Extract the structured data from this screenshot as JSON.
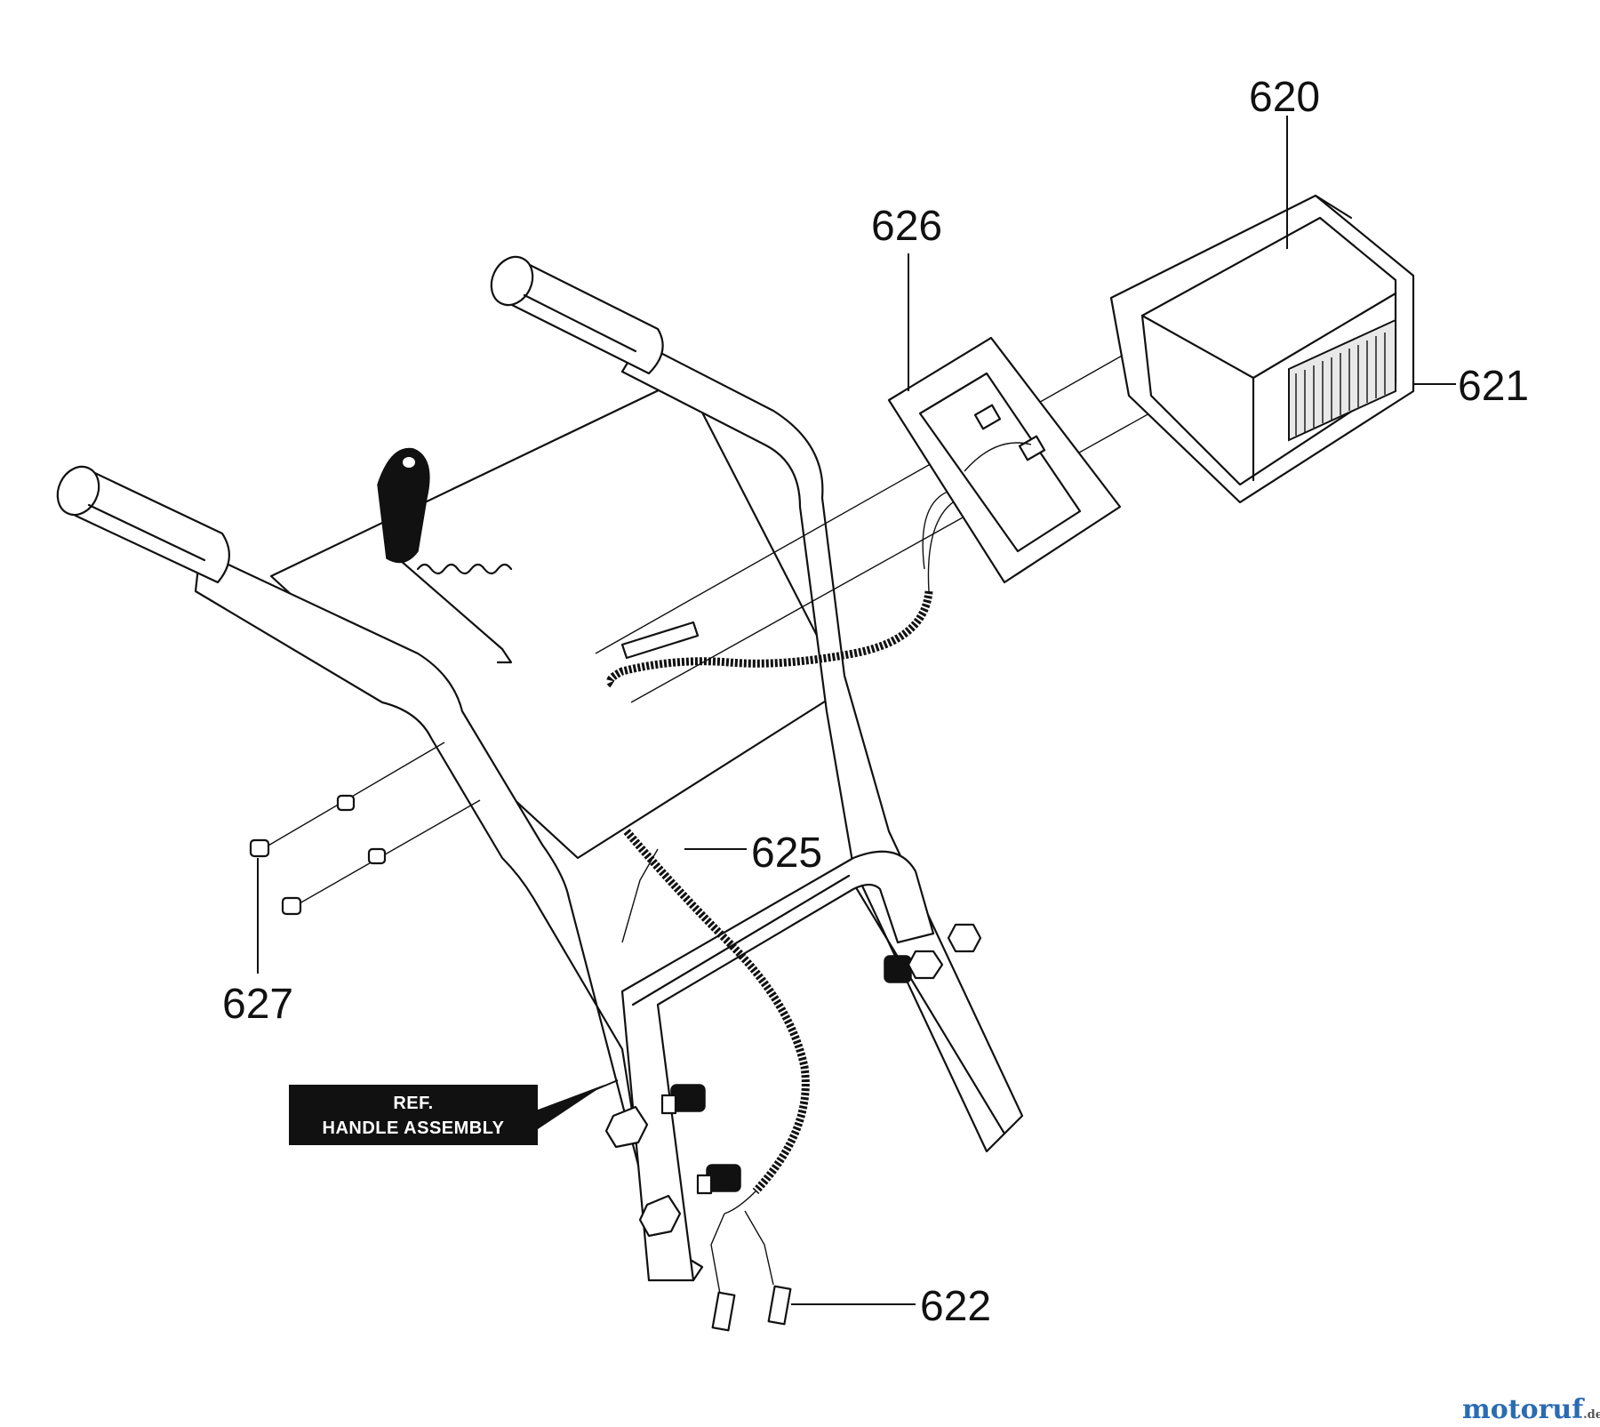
{
  "diagram": {
    "part_labels": [
      {
        "id": "620",
        "text": "620"
      },
      {
        "id": "621",
        "text": "621"
      },
      {
        "id": "622",
        "text": "622"
      },
      {
        "id": "625",
        "text": "625"
      },
      {
        "id": "626",
        "text": "626"
      },
      {
        "id": "627",
        "text": "627"
      }
    ],
    "reference_box": {
      "line1": "REF.",
      "line2": "HANDLE ASSEMBLY"
    },
    "watermark": {
      "main": "motoruf",
      "suffix": ".de",
      "colors": [
        "#2a6bb3",
        "#d9372a",
        "#e8a21c",
        "#2a9a4a",
        "#8a3fa0"
      ]
    }
  }
}
